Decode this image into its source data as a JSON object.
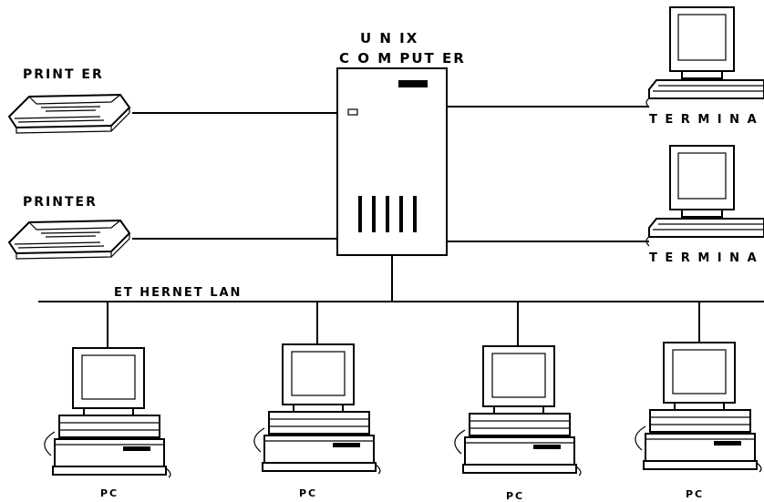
{
  "server": {
    "label_line1": "U N IX",
    "label_line2": "C O M PUT ER"
  },
  "printers": [
    {
      "label": "PRINT ER"
    },
    {
      "label": "PRINTER"
    }
  ],
  "terminals": [
    {
      "label": "T E R M I N A L"
    },
    {
      "label": "T E R M I N A L"
    }
  ],
  "network": {
    "label": "ET HERNET LAN"
  },
  "pcs": [
    {
      "label": "PC"
    },
    {
      "label": "PC"
    },
    {
      "label": "PC"
    },
    {
      "label": "PC"
    }
  ]
}
